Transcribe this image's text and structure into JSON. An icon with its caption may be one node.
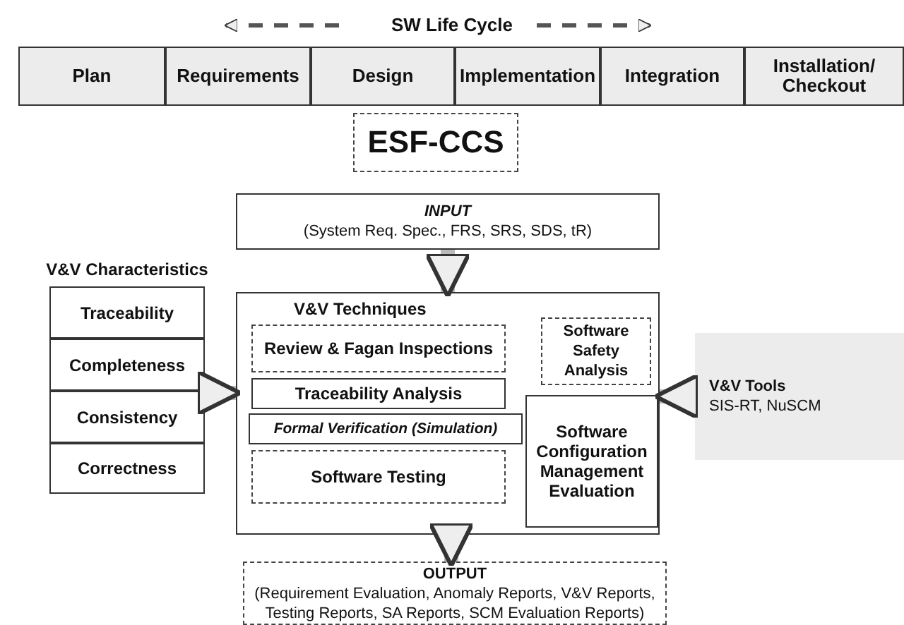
{
  "diagram": {
    "nodes": [
      {
        "text": [
          "Plan"
        ]
      },
      {
        "text": [
          "Requirements"
        ]
      },
      {
        "text": [
          "Design"
        ]
      },
      {
        "text": [
          "Implementation"
        ]
      },
      {
        "text": [
          "Integration"
        ]
      },
      {
        "text": [
          "Installation/ Checkout"
        ]
      },
      {
        "text": [
          "ESF-CCS"
        ]
      },
      {
        "text": [
          "INPUT",
          "(System Req. Spec., FRS, SRS, SDS, tR)"
        ]
      },
      {
        "text": [
          "V&V Characteristics"
        ]
      },
      {
        "text": [
          "Traceability"
        ],
        "in": 8
      },
      {
        "text": [
          "Completeness"
        ],
        "in": 8
      },
      {
        "text": [
          "Consistency"
        ],
        "in": 8
      },
      {
        "text": [
          "Correctness"
        ],
        "in": 8
      },
      {
        "text": [
          "V&V Techniques"
        ]
      },
      {
        "text": [
          "Review & Fagan Inspections"
        ],
        "in": 13
      },
      {
        "text": [
          "Software Safety Analysis"
        ],
        "in": 13
      },
      {
        "text": [
          "Traceability Analysis"
        ],
        "in": 13
      },
      {
        "text": [
          "Formal Verification (Simulation)"
        ],
        "in": 13
      },
      {
        "text": [
          "Software Configuration Management Evaluation"
        ],
        "in": 13
      },
      {
        "text": [
          "Software Testing"
        ],
        "in": 13
      },
      {
        "text": [
          "V&V Tools",
          "SIS-RT, NuSCM"
        ]
      },
      {
        "text": [
          "OUTPUT",
          "(Requirement Evaluation, Anomaly Reports, V&V Reports, Testing Reports, SA Reports, SCM Evaluation Reports)"
        ]
      }
    ],
    "edges": [
      {
        "from": 7,
        "to": 13,
        "arrow": "to"
      },
      {
        "from": 8,
        "to": 13,
        "arrow": "to"
      },
      {
        "from": 20,
        "to": 13,
        "arrow": "to"
      },
      {
        "from": 13,
        "to": 21,
        "arrow": "to"
      }
    ],
    "labels": [
      "SW Life Cycle"
    ]
  }
}
